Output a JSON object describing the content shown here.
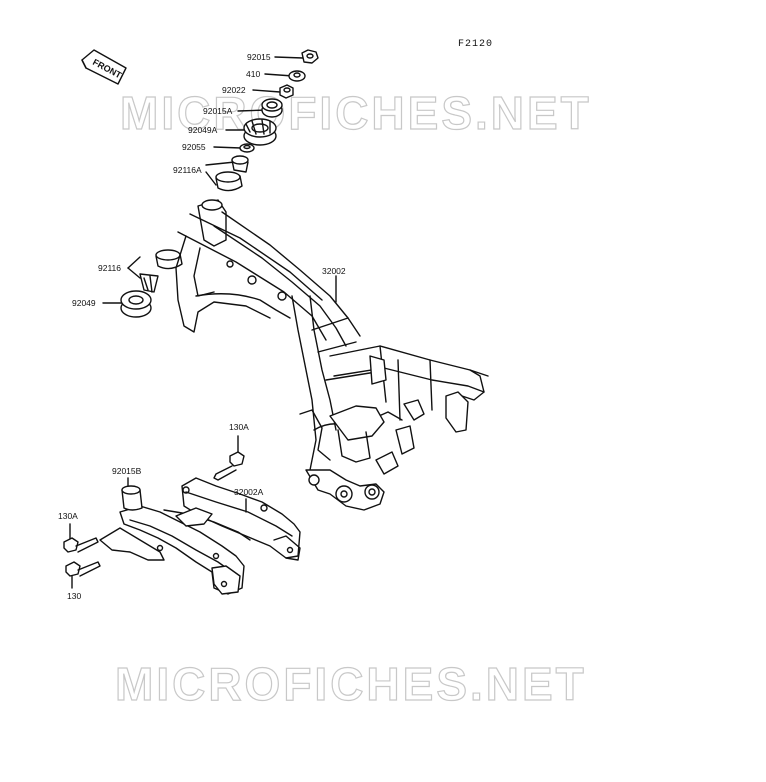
{
  "figure_code": "F2120",
  "front_label": "FRONT",
  "watermark": "MICROFICHES.NET",
  "labels": {
    "p92015": "92015",
    "p410": "410",
    "p92022": "92022",
    "p92015A": "92015A",
    "p92049A": "92049A",
    "p92055": "92055",
    "p92116A": "92116A",
    "p92116": "92116",
    "p92049": "92049",
    "p32002": "32002",
    "p130A_top": "130A",
    "p92015B": "92015B",
    "p32002A": "32002A",
    "p130A_left": "130A",
    "p130": "130"
  }
}
